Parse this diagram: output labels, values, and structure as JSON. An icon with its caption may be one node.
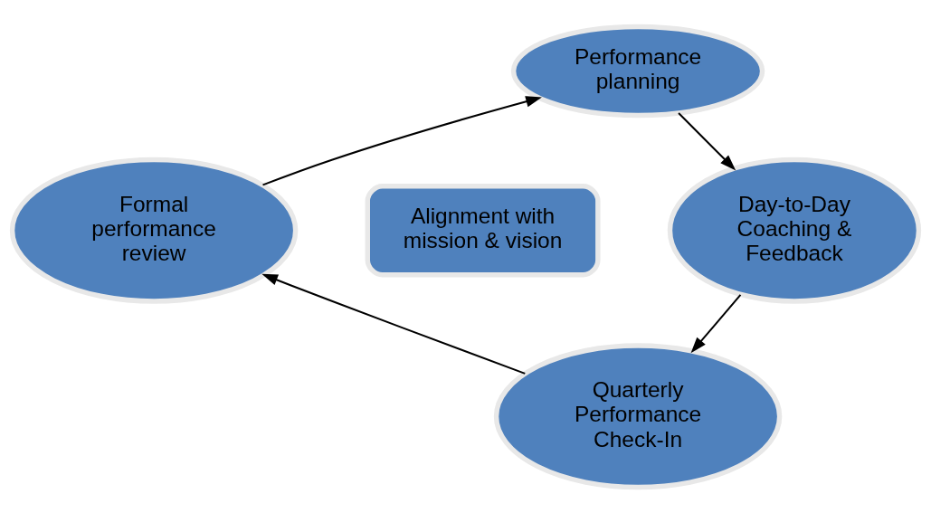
{
  "diagram": {
    "nodes": [
      {
        "text": [
          "Performance planning"
        ]
      },
      {
        "text": [
          "Day-to-Day Coaching & Feedback"
        ]
      },
      {
        "text": [
          "Quarterly Performance Check-In"
        ]
      },
      {
        "text": [
          "Formal performance review"
        ]
      },
      {
        "text": [
          "Alignment with mission & vision"
        ]
      }
    ],
    "edges": [
      {
        "from": 0,
        "to": 1,
        "arrow": "to"
      },
      {
        "from": 1,
        "to": 2,
        "arrow": "to"
      },
      {
        "from": 2,
        "to": 3,
        "arrow": "to"
      },
      {
        "from": 3,
        "to": 0,
        "arrow": "to"
      }
    ]
  }
}
